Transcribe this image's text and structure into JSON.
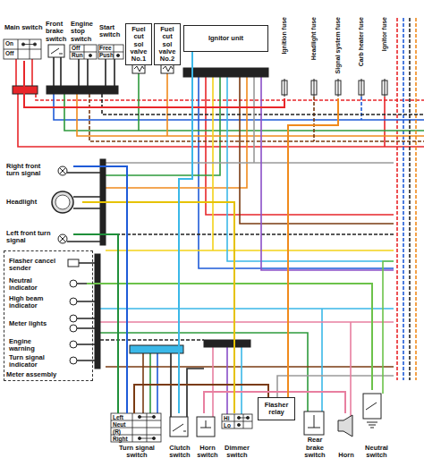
{
  "diagram": {
    "nodes": [
      {
        "text": [
          "Main switch"
        ]
      },
      {
        "text": [
          "Front brake switch"
        ]
      },
      {
        "text": [
          "Engine stop switch"
        ]
      },
      {
        "text": [
          "Start switch"
        ]
      },
      {
        "text": [
          "Fuel cut sol valve No.1"
        ]
      },
      {
        "text": [
          "Fuel cut sol valve No.2"
        ]
      },
      {
        "text": [
          "Ignitor unit"
        ]
      },
      {
        "text": [
          "Ignition fuse"
        ]
      },
      {
        "text": [
          "Headlight fuse"
        ]
      },
      {
        "text": [
          "Signal system fuse"
        ]
      },
      {
        "text": [
          "Carb heater fuse"
        ]
      },
      {
        "text": [
          "Ignitor fuse"
        ]
      },
      {
        "text": [
          "Right front turn signal"
        ]
      },
      {
        "text": [
          "Headlight"
        ]
      },
      {
        "text": [
          "Left front turn signal"
        ]
      },
      {
        "text": [
          "Meter assembly"
        ]
      },
      {
        "text": [
          "Flasher cancel sender"
        ],
        "in": 15
      },
      {
        "text": [
          "Neutral indicator"
        ],
        "in": 15
      },
      {
        "text": [
          "High beam indicator"
        ],
        "in": 15
      },
      {
        "text": [
          "Meter lights"
        ],
        "in": 15
      },
      {
        "text": [
          "Engine warning"
        ],
        "in": 15
      },
      {
        "text": [
          "Turn signal indicator"
        ],
        "in": 15
      },
      {
        "text": [
          "Turn signal switch"
        ]
      },
      {
        "text": [
          "Clutch switch"
        ]
      },
      {
        "text": [
          "Horn switch"
        ]
      },
      {
        "text": [
          "Dimmer switch"
        ]
      },
      {
        "text": [
          "Flasher relay"
        ]
      },
      {
        "text": [
          "Rear brake switch"
        ]
      },
      {
        "text": [
          "Horn"
        ]
      },
      {
        "text": [
          "Neutral switch"
        ]
      }
    ],
    "edges": [
      {
        "from": 22,
        "to": 26,
        "arrow": "none"
      },
      {
        "from": 24,
        "to": 28,
        "arrow": "none"
      },
      {
        "from": 29,
        "to": 17,
        "arrow": "none"
      },
      {
        "from": 25,
        "to": 13,
        "arrow": "none"
      },
      {
        "from": 0,
        "to": 7,
        "arrow": "none"
      },
      {
        "from": 26,
        "to": 9,
        "arrow": "none"
      },
      {
        "from": 14,
        "to": 22,
        "arrow": "none"
      },
      {
        "from": 23,
        "to": 6,
        "arrow": "none"
      },
      {
        "from": 12,
        "to": 22,
        "arrow": "none"
      }
    ],
    "labels": [
      "On",
      "Off",
      "Off",
      "Run",
      "Free",
      "Push",
      "Left",
      "Neut",
      "(R)",
      "Right",
      "Hi",
      "Lo"
    ]
  }
}
